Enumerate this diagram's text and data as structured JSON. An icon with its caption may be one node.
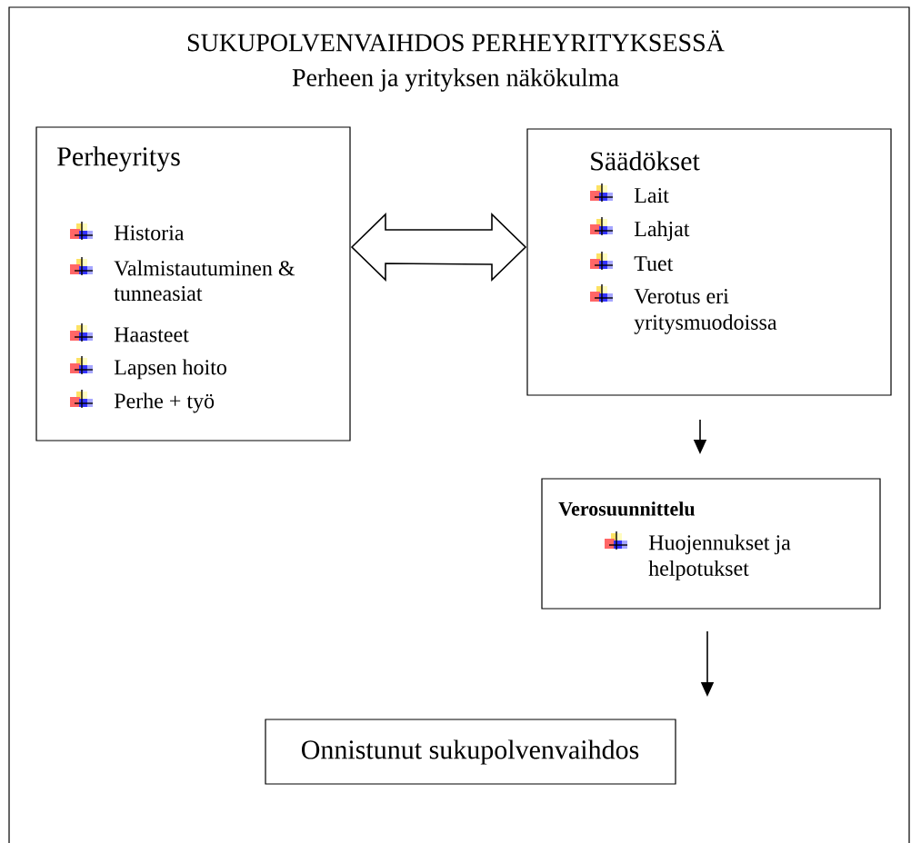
{
  "diagram": {
    "title": "SUKUPOLVENVAIHDOS PERHEYRITYKSESSÄ",
    "nodes": [
      {
        "text": [
          "Perheyritys",
          "Historia",
          "Valmistautuminen & tunneasiat",
          "Haasteet",
          "Lapsen hoito",
          "Perhe + työ"
        ]
      },
      {
        "text": [
          "Säädökset",
          "Lait",
          "Lahjat",
          "Tuet",
          "Verotus eri yritysmuodoissa"
        ]
      },
      {
        "text": [
          "Verosuunnittelu",
          "Huojennukset ja helpotukset"
        ]
      },
      {
        "text": [
          "Onnistunut sukupolvenvaihdos"
        ]
      }
    ],
    "edges": [
      {
        "from": 0,
        "to": 1,
        "arrow": "both"
      },
      {
        "from": 1,
        "to": 2,
        "arrow": "to"
      },
      {
        "from": 2,
        "to": 3,
        "arrow": "to"
      }
    ],
    "labels": [
      "Perheen ja yrityksen näkökulma"
    ]
  }
}
